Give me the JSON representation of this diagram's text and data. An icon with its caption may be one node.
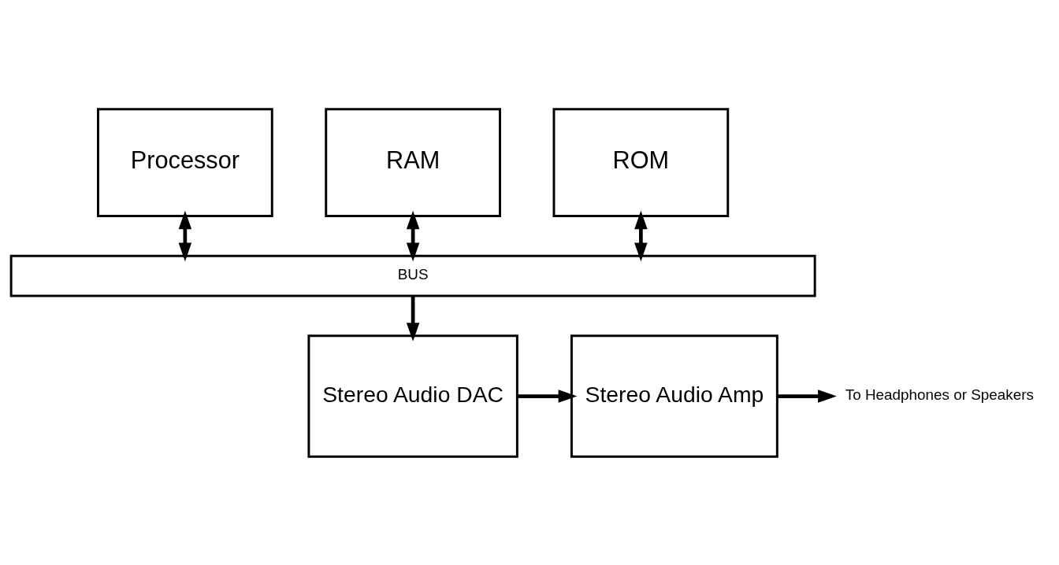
{
  "diagram": {
    "nodes": [
      {
        "text": [
          "Processor"
        ]
      },
      {
        "text": [
          "RAM"
        ]
      },
      {
        "text": [
          "ROM"
        ]
      },
      {
        "text": [
          "BUS"
        ]
      },
      {
        "text": [
          "Stereo Audio DAC"
        ]
      },
      {
        "text": [
          "Stereo Audio Amp"
        ]
      },
      {
        "text": [
          "To Headphones or Speakers"
        ]
      }
    ],
    "edges": [
      {
        "from": 0,
        "to": 3,
        "arrow": "both"
      },
      {
        "from": 1,
        "to": 3,
        "arrow": "both"
      },
      {
        "from": 2,
        "to": 3,
        "arrow": "both"
      },
      {
        "from": 3,
        "to": 4,
        "arrow": "to"
      },
      {
        "from": 4,
        "to": 5,
        "arrow": "to"
      },
      {
        "from": 5,
        "to": 6,
        "arrow": "to"
      }
    ]
  }
}
